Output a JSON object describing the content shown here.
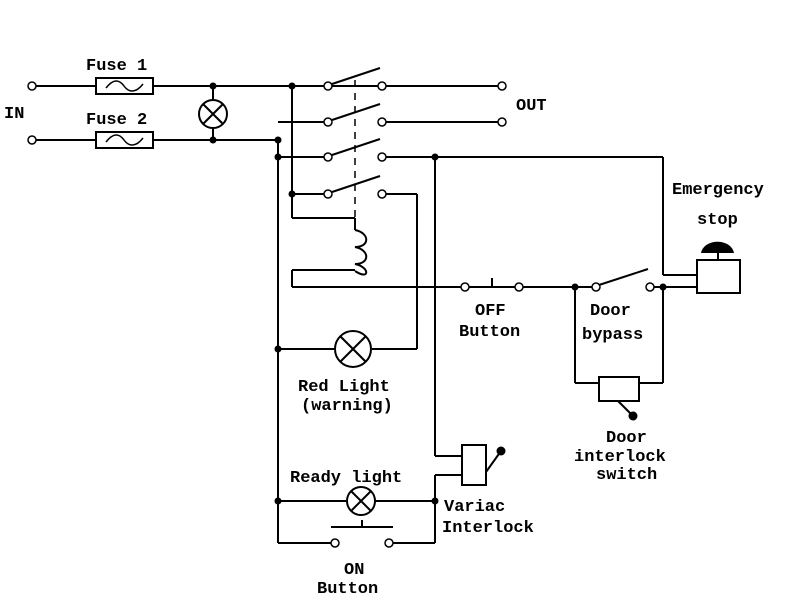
{
  "labels": {
    "fuse1": "Fuse 1",
    "fuse2": "Fuse 2",
    "in": "IN",
    "out": "OUT",
    "emergency_line1": "Emergency",
    "emergency_line2": "stop",
    "off_line1": "OFF",
    "off_line2": "Button",
    "door_bypass_line1": "Door",
    "door_bypass_line2": "bypass",
    "red_light_line1": "Red Light",
    "red_light_line2": "(warning)",
    "door_interlock_line1": "Door",
    "door_interlock_line2": "interlock",
    "door_interlock_line3": "switch",
    "ready_light": "Ready light",
    "variac_line1": "Variac",
    "variac_line2": "Interlock",
    "on_line1": "ON",
    "on_line2": "Button"
  }
}
